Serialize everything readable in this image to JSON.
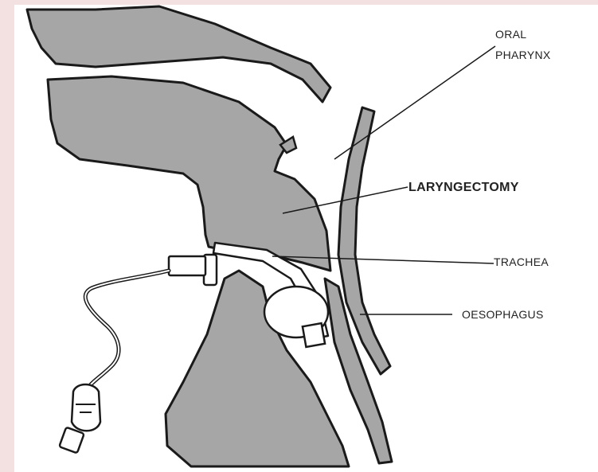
{
  "labels": {
    "oral_pharynx_line1": "ORAL",
    "oral_pharynx_line2": "PHARYNX",
    "laryngectomy": "LARYNGECTOMY",
    "trachea": "TRACHEA",
    "oesophagus": "OESOPHAGUS"
  },
  "colors": {
    "border": "#f3e1e1",
    "background": "#ffffff",
    "tissue": "#a6a6a6",
    "outline": "#1a1a1a",
    "tube": "#ffffff"
  }
}
